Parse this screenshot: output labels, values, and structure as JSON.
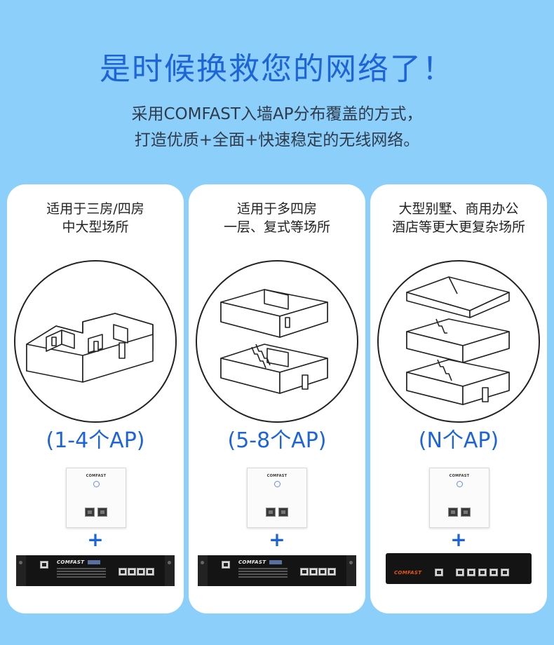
{
  "header": {
    "title": "是时候换救您的网络了！",
    "subtitle_line1": "采用COMFAST入墙AP分布覆盖的方式，",
    "subtitle_line2": "打造优质+全面+快速稳定的无线网络。"
  },
  "cards": [
    {
      "desc_line1": "适用于三房/四房",
      "desc_line2": "中大型场所",
      "ap_count": "(1-4个AP)",
      "panel_brand": "COMFAST",
      "plus": "+",
      "device_brand": "COMFAST"
    },
    {
      "desc_line1": "适用于多四房",
      "desc_line2": "一层、复式等场所",
      "ap_count": "(5-8个AP)",
      "panel_brand": "COMFAST",
      "plus": "+",
      "device_brand": "COMFAST"
    },
    {
      "desc_line1": "大型别墅、商用办公",
      "desc_line2": "酒店等更大更复杂场所",
      "ap_count": "(N个AP)",
      "panel_brand": "COMFAST",
      "plus": "+",
      "device_brand": "COMFAST"
    }
  ],
  "colors": {
    "background": "#8ccffb",
    "accent": "#1d64d8",
    "card": "#ffffff"
  },
  "icons": [
    "single-floor-house-icon",
    "two-floor-house-icon",
    "villa-house-icon",
    "wall-ap-panel-icon",
    "gateway-router-icon"
  ]
}
